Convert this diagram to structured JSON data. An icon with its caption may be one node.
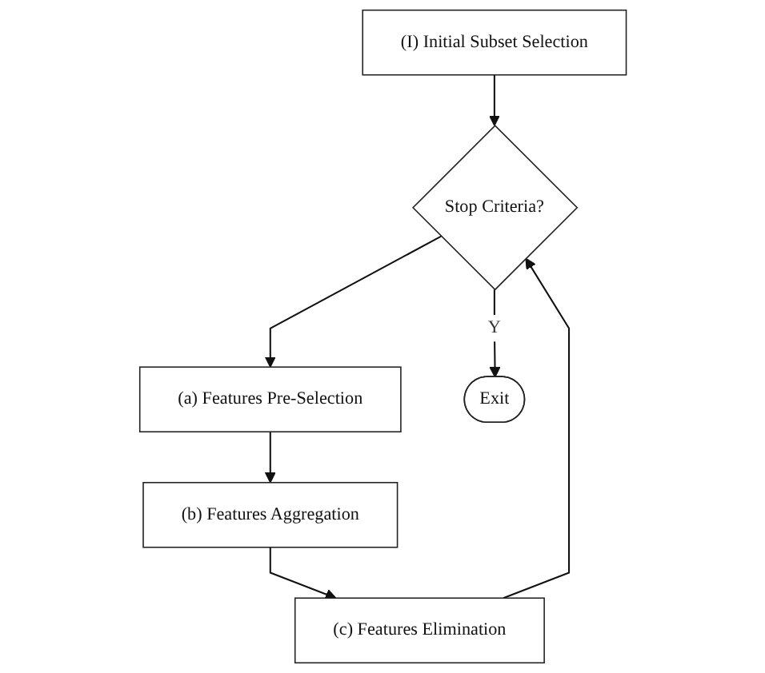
{
  "diagram": {
    "nodes": [
      {
        "text": [
          "(I) Initial Subset Selection"
        ]
      },
      {
        "text": [
          "Stop Criteria?"
        ]
      },
      {
        "text": [
          "Exit"
        ]
      },
      {
        "text": [
          "(a) Features Pre-Selection"
        ]
      },
      {
        "text": [
          "(b) Features Aggregation"
        ]
      },
      {
        "text": [
          "(c) Features Elimination"
        ]
      }
    ],
    "edges": [
      {
        "from": 0,
        "to": 1,
        "arrow": "to"
      },
      {
        "from": 1,
        "to": 2,
        "label": "Y",
        "arrow": "to"
      },
      {
        "from": 1,
        "to": 3,
        "arrow": "to"
      },
      {
        "from": 3,
        "to": 4,
        "arrow": "to"
      },
      {
        "from": 4,
        "to": 5,
        "arrow": "to"
      },
      {
        "from": 5,
        "to": 1,
        "arrow": "to"
      }
    ]
  }
}
